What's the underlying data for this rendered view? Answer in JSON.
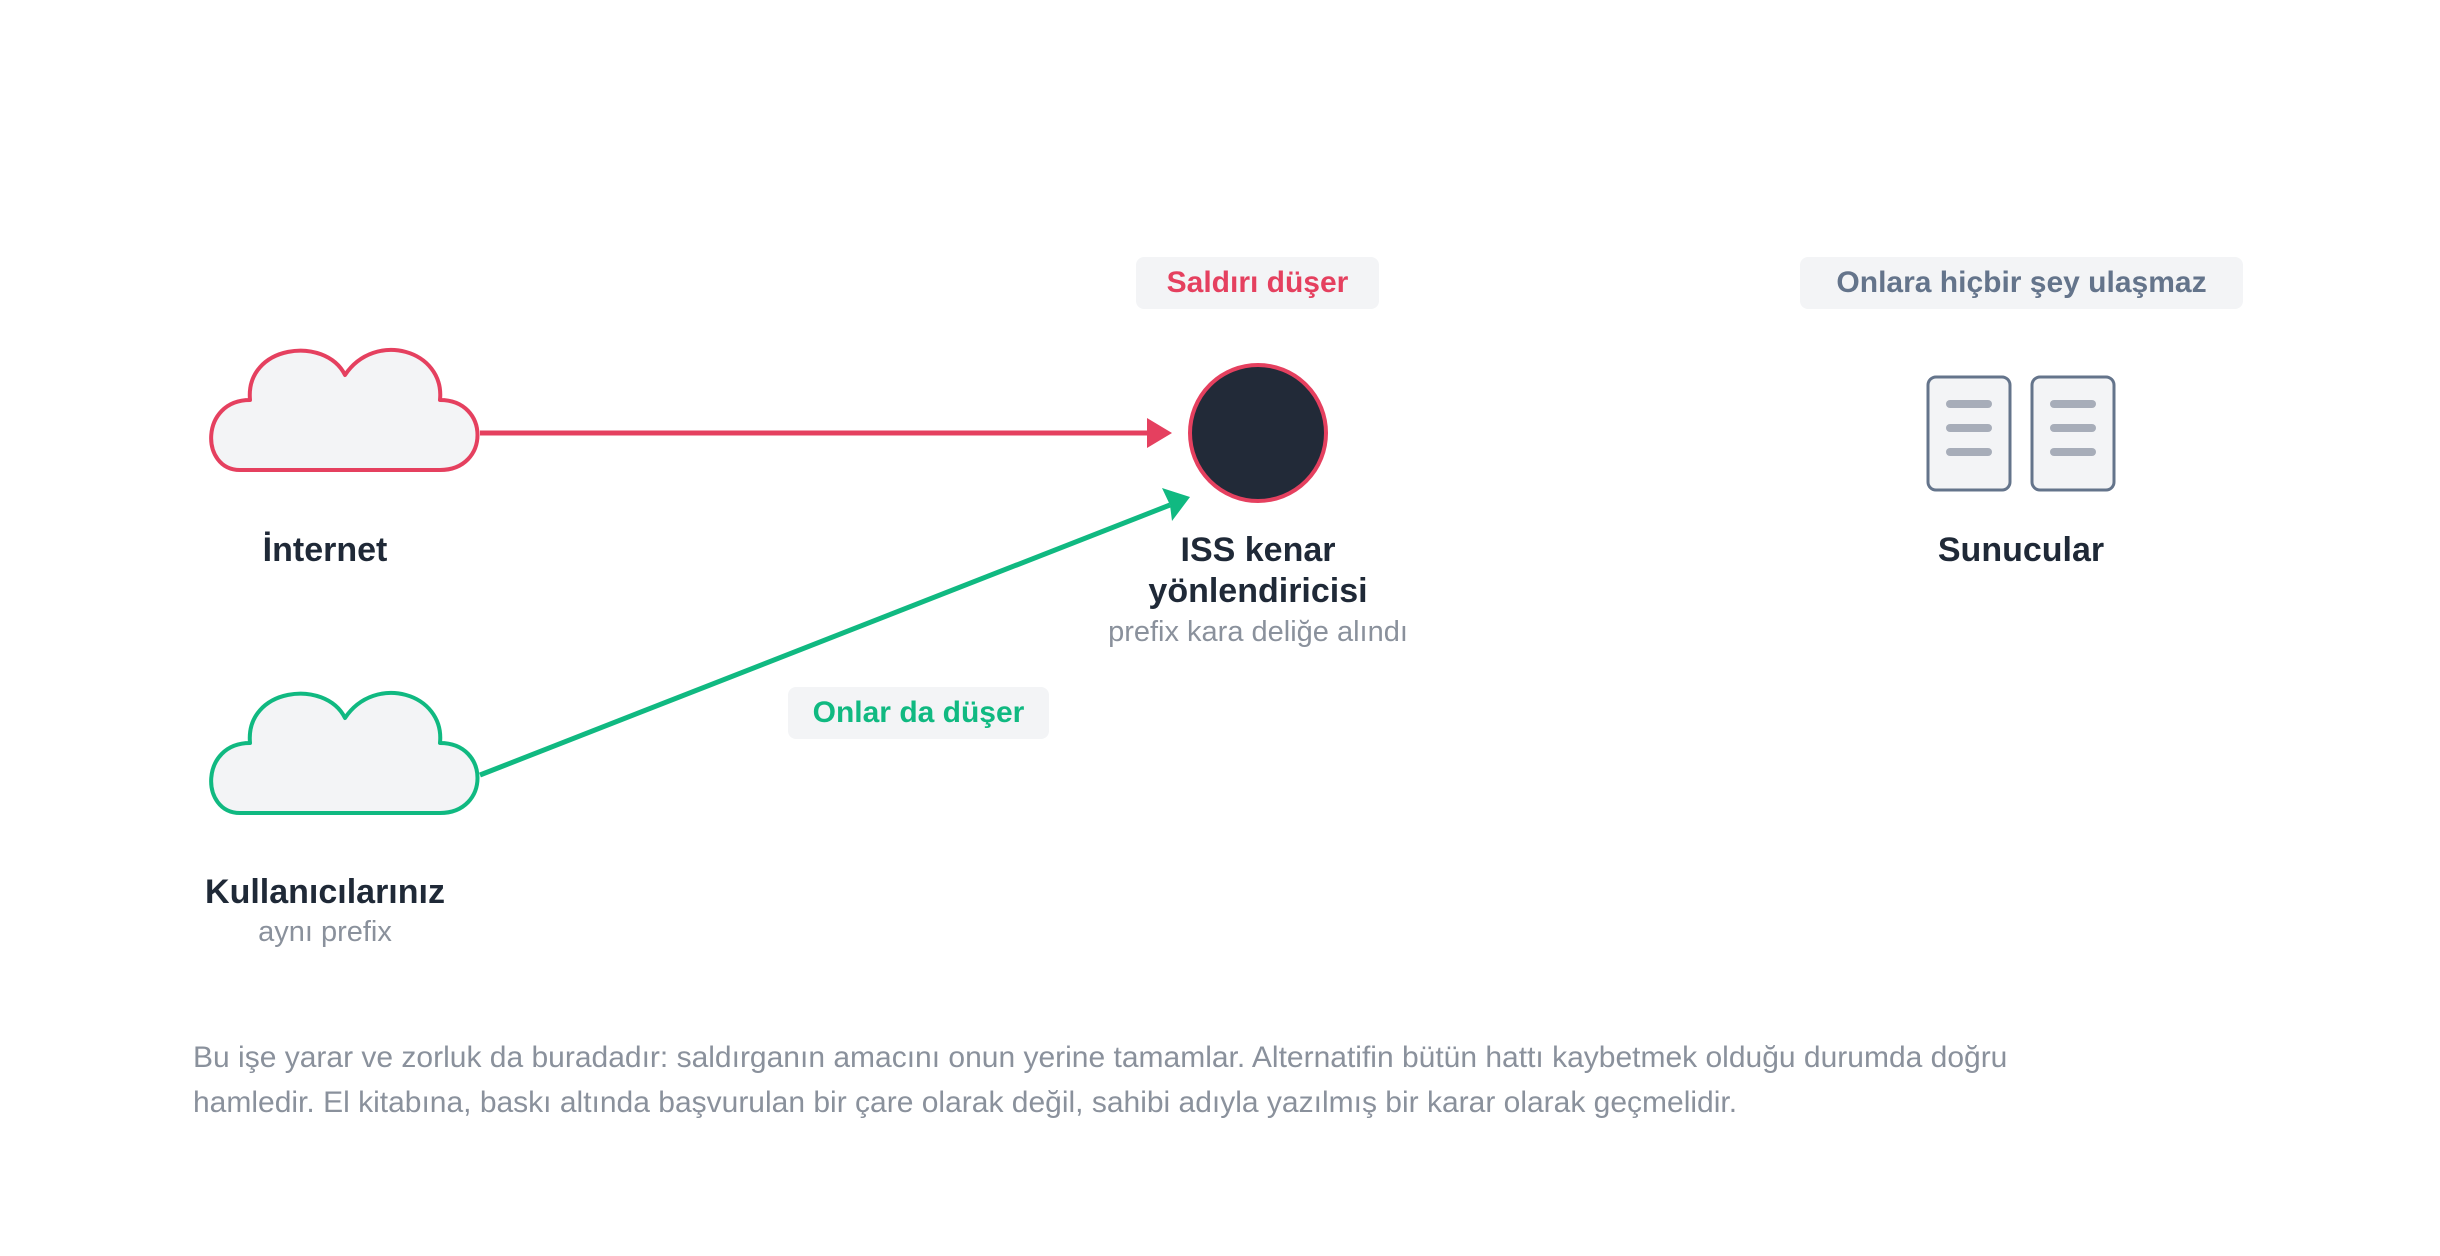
{
  "nodes": {
    "internet": {
      "label": "İnternet"
    },
    "users": {
      "label": "Kullanıcılarınız",
      "sub": "aynı prefix"
    },
    "router": {
      "label_line1": "ISS kenar",
      "label_line2": "yönlendiricisi",
      "sub": "prefix kara deliğe alındı"
    },
    "servers": {
      "label": "Sunucular"
    }
  },
  "badges": {
    "attack_drops": "Saldırı düşer",
    "nothing_reaches": "Onlara hiçbir şey ulaşmaz",
    "users_drop_too": "Onlar da düşer"
  },
  "colors": {
    "attack": "#e5405f",
    "users": "#10b981",
    "router_fill": "#222a38",
    "server_stroke": "#64748b",
    "muted_text": "#8a919c"
  },
  "caption": "Bu işe yarar ve zorluk da buradadır: saldırganın amacını onun yerine tamamlar. Alternatifin bütün hattı kaybetmek olduğu durumda doğru hamledir. El kitabına, baskı altında başvurulan bir çare olarak değil, sahibi adıyla yazılmış bir karar olarak geçmelidir."
}
